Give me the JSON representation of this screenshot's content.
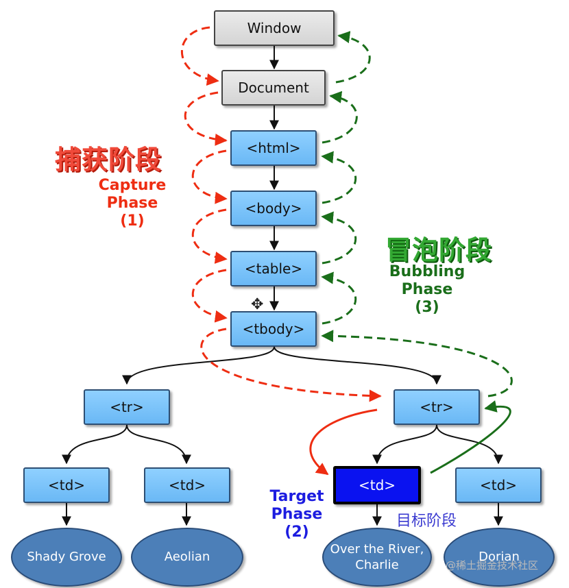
{
  "nodes": {
    "window": "Window",
    "document": "Document",
    "html": "<html>",
    "body": "<body>",
    "table": "<table>",
    "tbody": "<tbody>",
    "tr_left": "<tr>",
    "tr_right": "<tr>",
    "td_1": "<td>",
    "td_2": "<td>",
    "td_target": "<td>",
    "td_4": "<td>"
  },
  "leaves": {
    "leaf_1": "Shady Grove",
    "leaf_2": "Aeolian",
    "leaf_3_line1": "Over the River,",
    "leaf_3_line2": "Charlie",
    "leaf_4": "Dorian"
  },
  "capture": {
    "cn": "捕获阶段",
    "line1": "Capture",
    "line2": "Phase",
    "line3": "(1)"
  },
  "bubbling": {
    "cn": "冒泡阶段",
    "line1": "Bubbling",
    "line2": "Phase",
    "line3": "(3)"
  },
  "target": {
    "line1": "Target",
    "line2": "Phase",
    "line3": "(2)",
    "cn": "目标阶段"
  },
  "watermark": "@稀土掘金技术社区",
  "colors": {
    "capture": "#ee2d12",
    "bubbling": "#1a6e1a",
    "target": "#1c1ce0",
    "node_fill": "#7cc4fb",
    "target_fill": "#0a12f0",
    "leaf_fill": "#4c7fb8"
  }
}
